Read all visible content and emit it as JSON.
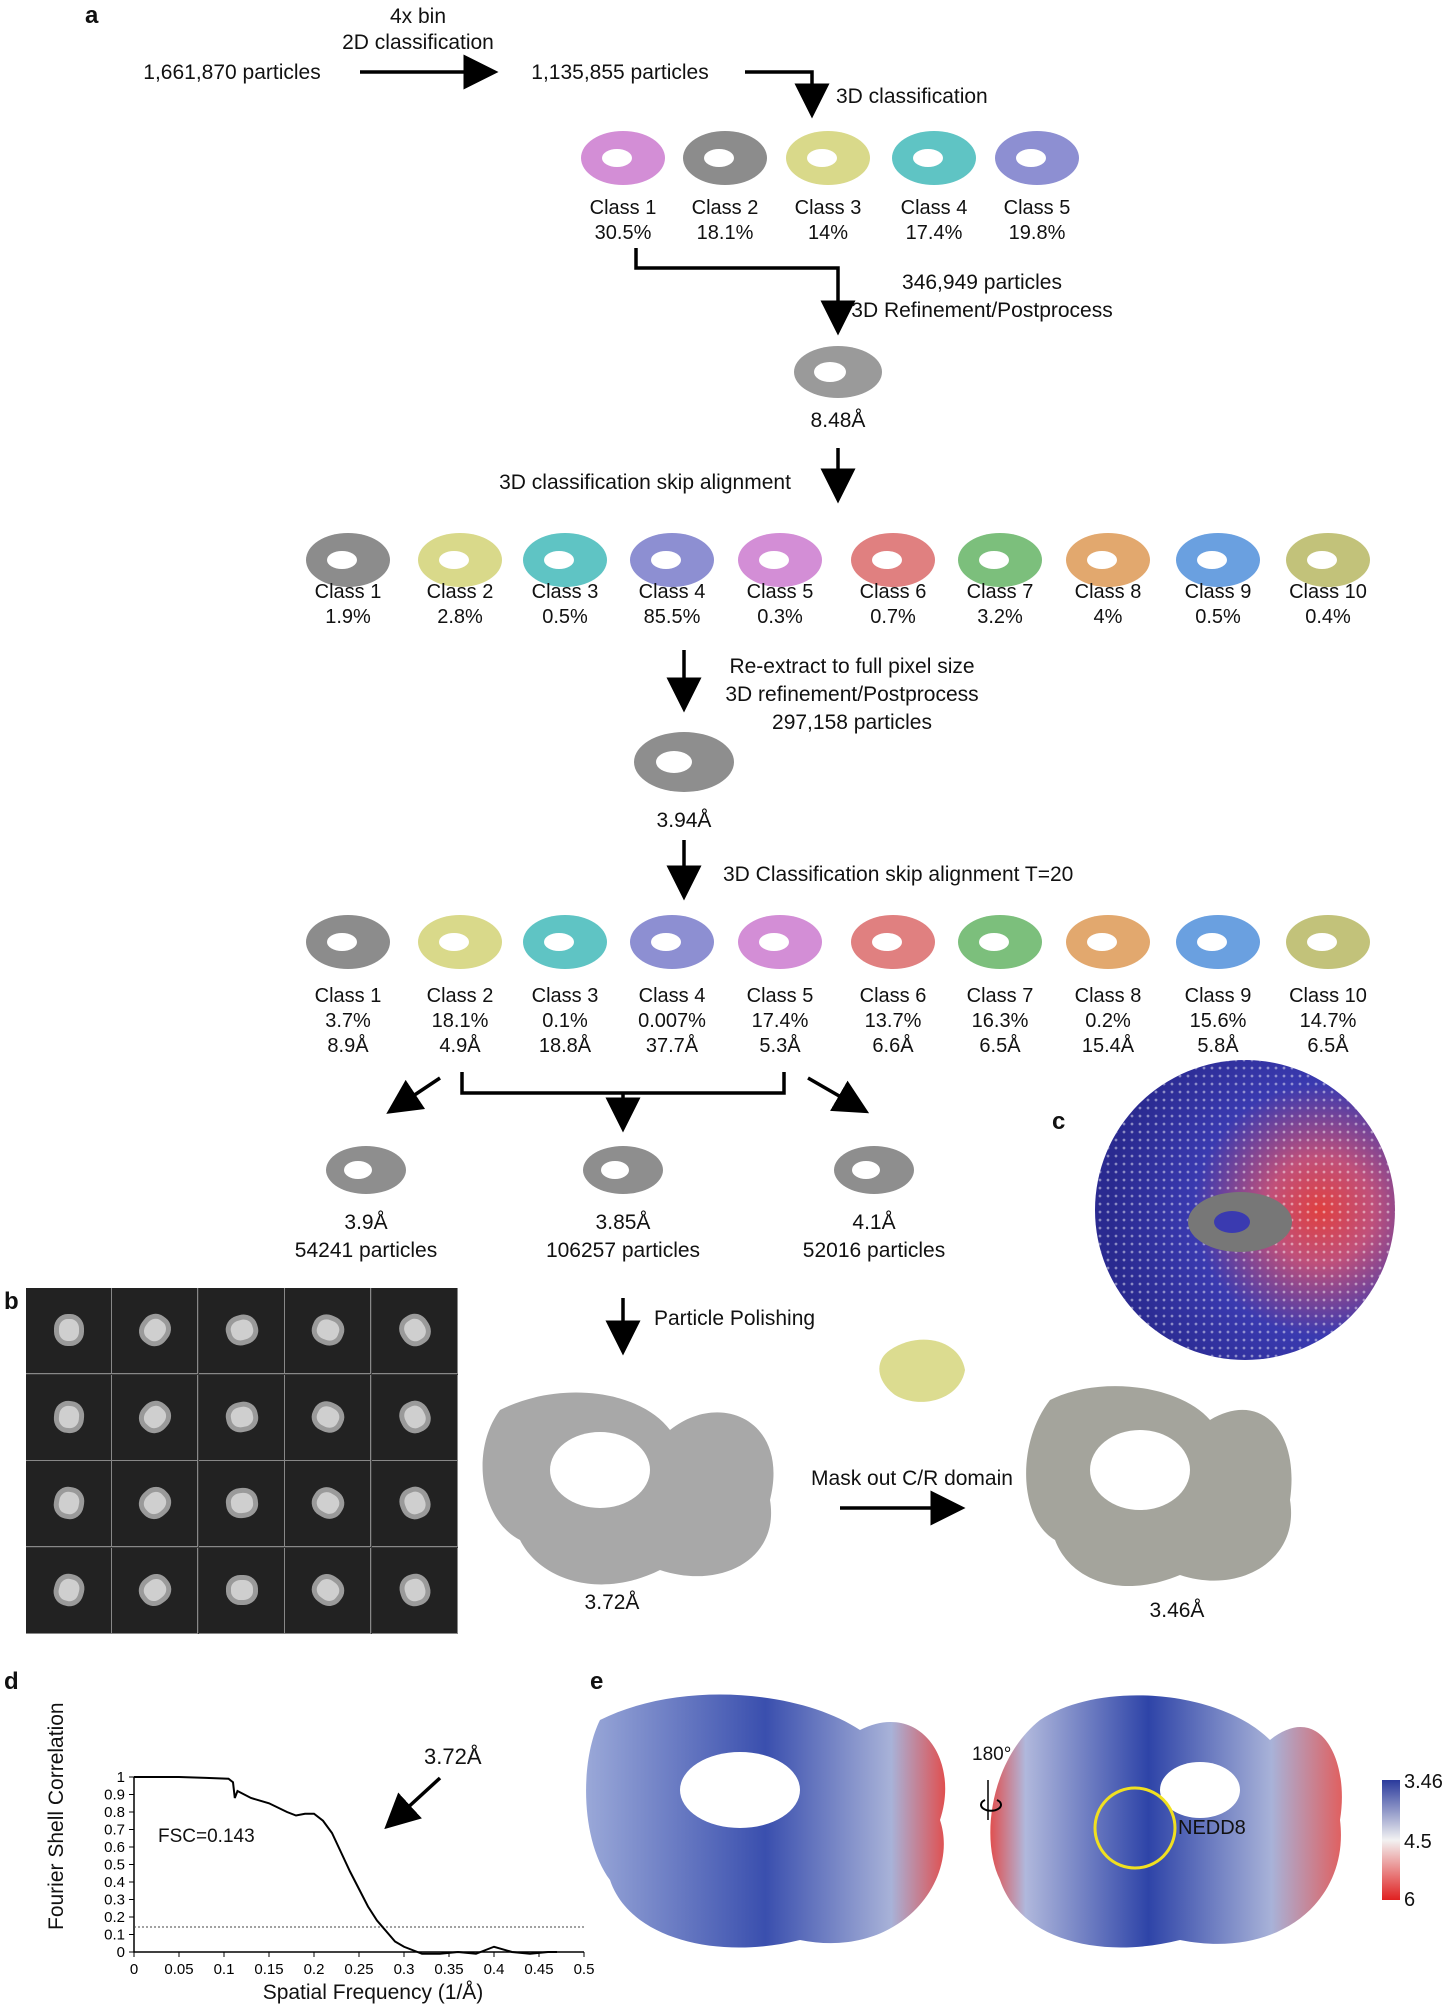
{
  "panel_labels": {
    "a": "a",
    "b": "b",
    "c": "c",
    "d": "d",
    "e": "e"
  },
  "colors": {
    "pink": "#d38ed6",
    "gray": "#8c8c8c",
    "yellow": "#d9d98a",
    "cyan": "#5fc4c4",
    "lavender": "#8d8fd2",
    "red": "#e08080",
    "green": "#7cbf7c",
    "orange": "#e2a86e",
    "blue": "#6aa0e0",
    "olive": "#c2c27a"
  },
  "step1": {
    "bin": "4x bin",
    "classification": "2D classification",
    "particles_start": "1,661,870 particles",
    "particles_after": "1,135,855 particles",
    "next": "3D classification"
  },
  "round1_classes": [
    {
      "name": "Class 1",
      "pct": "30.5%"
    },
    {
      "name": "Class 2",
      "pct": "18.1%"
    },
    {
      "name": "Class 3",
      "pct": "14%"
    },
    {
      "name": "Class 4",
      "pct": "17.4%"
    },
    {
      "name": "Class 5",
      "pct": "19.8%"
    }
  ],
  "step2": {
    "particles": "346,949 particles",
    "method": "3D Refinement/Postprocess",
    "resolution": "8.48Å",
    "next": "3D classification skip alignment"
  },
  "round2_classes": [
    {
      "name": "Class 1",
      "pct": "1.9%"
    },
    {
      "name": "Class 2",
      "pct": "2.8%"
    },
    {
      "name": "Class 3",
      "pct": "0.5%"
    },
    {
      "name": "Class 4",
      "pct": "85.5%"
    },
    {
      "name": "Class 5",
      "pct": "0.3%"
    },
    {
      "name": "Class 6",
      "pct": "0.7%"
    },
    {
      "name": "Class 7",
      "pct": "3.2%"
    },
    {
      "name": "Class 8",
      "pct": "4%"
    },
    {
      "name": "Class 9",
      "pct": "0.5%"
    },
    {
      "name": "Class 10",
      "pct": "0.4%"
    }
  ],
  "step3": {
    "line1": "Re-extract to full pixel size",
    "line2": "3D refinement/Postprocess",
    "line3": "297,158 particles",
    "resolution": "3.94Å",
    "next": "3D Classification skip alignment T=20"
  },
  "round3_classes": [
    {
      "name": "Class 1",
      "pct": "3.7%",
      "res": "8.9Å"
    },
    {
      "name": "Class 2",
      "pct": "18.1%",
      "res": "4.9Å"
    },
    {
      "name": "Class 3",
      "pct": "0.1%",
      "res": "18.8Å"
    },
    {
      "name": "Class 4",
      "pct": "0.007%",
      "res": "37.7Å"
    },
    {
      "name": "Class 5",
      "pct": "17.4%",
      "res": "5.3Å"
    },
    {
      "name": "Class 6",
      "pct": "13.7%",
      "res": "6.6Å"
    },
    {
      "name": "Class 7",
      "pct": "16.3%",
      "res": "6.5Å"
    },
    {
      "name": "Class 8",
      "pct": "0.2%",
      "res": "15.4Å"
    },
    {
      "name": "Class 9",
      "pct": "15.6%",
      "res": "5.8Å"
    },
    {
      "name": "Class 10",
      "pct": "14.7%",
      "res": "6.5Å"
    }
  ],
  "split": [
    {
      "res": "3.9Å",
      "particles": "54241 particles"
    },
    {
      "res": "3.85Å",
      "particles": "106257 particles"
    },
    {
      "res": "4.1Å",
      "particles": "52016 particles"
    }
  ],
  "polish": {
    "label": "Particle Polishing",
    "res": "3.72Å",
    "mask": "Mask out C/R domain",
    "final_res": "3.46Å"
  },
  "fsc": {
    "annotation": "3.72Å",
    "threshold_label": "FSC=0.143"
  },
  "chart_data": {
    "type": "line",
    "xlabel": "Spatial Frequency (1/Å)",
    "ylabel": "Fourier Shell Correlation",
    "xlim": [
      0,
      0.5
    ],
    "ylim": [
      0,
      1
    ],
    "xticks": [
      "0",
      "0.05",
      "0.1",
      "0.15",
      "0.2",
      "0.25",
      "0.3",
      "0.35",
      "0.4",
      "0.45",
      "0.5"
    ],
    "yticks": [
      "0",
      "0.1",
      "0.2",
      "0.3",
      "0.4",
      "0.5",
      "0.6",
      "0.7",
      "0.8",
      "0.9",
      "1"
    ],
    "threshold": 0.143,
    "series": [
      {
        "x": [
          0,
          0.05,
          0.08,
          0.105,
          0.11,
          0.112,
          0.115,
          0.13,
          0.15,
          0.17,
          0.18,
          0.19,
          0.2,
          0.21,
          0.22,
          0.23,
          0.24,
          0.25,
          0.26,
          0.27,
          0.28,
          0.29,
          0.3,
          0.31,
          0.32,
          0.34,
          0.36,
          0.38,
          0.39,
          0.4,
          0.42,
          0.44,
          0.46,
          0.47
        ],
        "y": [
          1,
          1,
          0.995,
          0.99,
          0.97,
          0.88,
          0.92,
          0.88,
          0.85,
          0.8,
          0.78,
          0.79,
          0.79,
          0.75,
          0.68,
          0.57,
          0.46,
          0.36,
          0.26,
          0.18,
          0.12,
          0.06,
          0.03,
          0.01,
          -0.01,
          -0.01,
          0.0,
          -0.01,
          0.01,
          0.03,
          0.0,
          -0.01,
          0.0,
          0.0
        ]
      }
    ]
  },
  "panel_e": {
    "rotation": "180°",
    "nedd8": "NEDD8",
    "scale_top": "3.46",
    "scale_mid": "4.5",
    "scale_bottom": "6"
  }
}
